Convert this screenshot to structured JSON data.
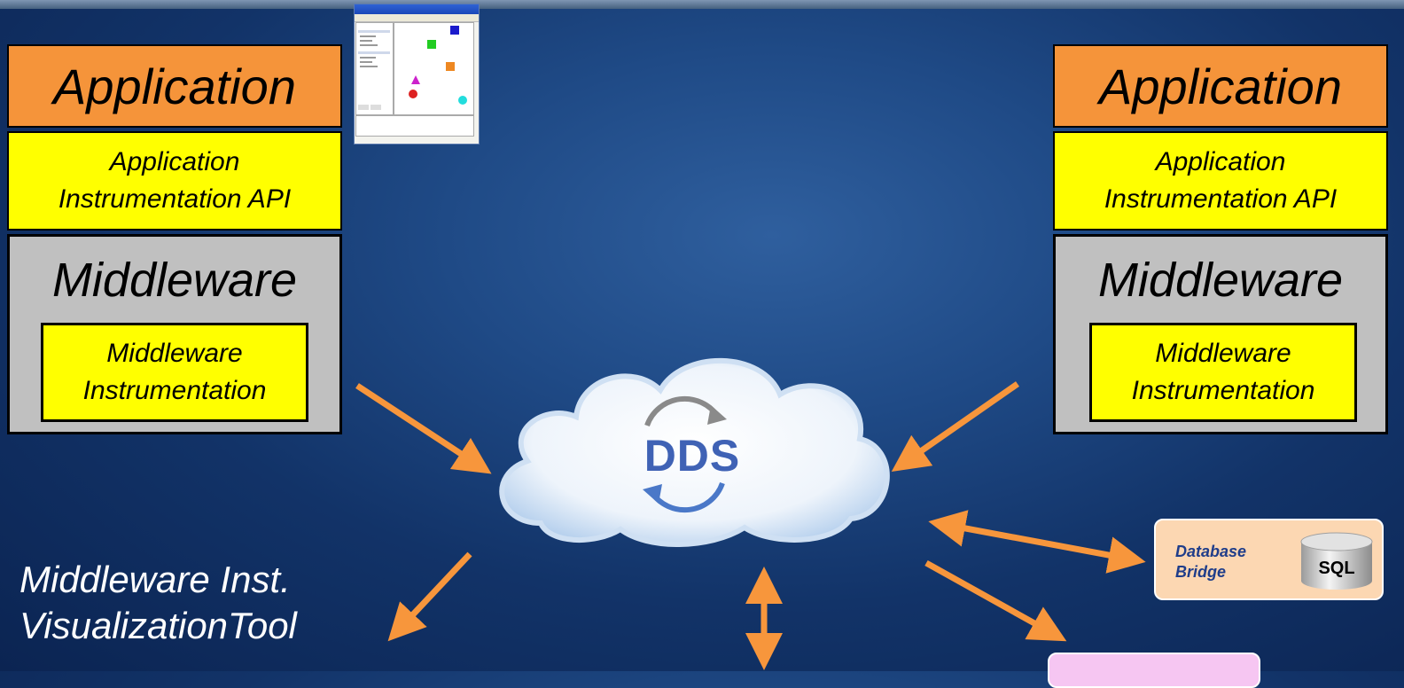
{
  "left_stack": {
    "application": "Application",
    "api_line1": "Application",
    "api_line2": "Instrumentation API",
    "middleware": "Middleware",
    "inst_line1": "Middleware",
    "inst_line2": "Instrumentation"
  },
  "right_stack": {
    "application": "Application",
    "api_line1": "Application",
    "api_line2": "Instrumentation API",
    "middleware": "Middleware",
    "inst_line1": "Middleware",
    "inst_line2": "Instrumentation"
  },
  "cloud": {
    "label": "DDS"
  },
  "database_bridge": {
    "line1": "Database",
    "line2": "Bridge",
    "sql": "SQL"
  },
  "viz_tool": {
    "line1": "Middleware Inst.",
    "line2": "VisualizationTool"
  },
  "colors": {
    "application": "#f5943a",
    "instrumentation": "#ffff00",
    "middleware": "#c0c0c0",
    "arrow": "#f7963c",
    "background": "#123368"
  }
}
